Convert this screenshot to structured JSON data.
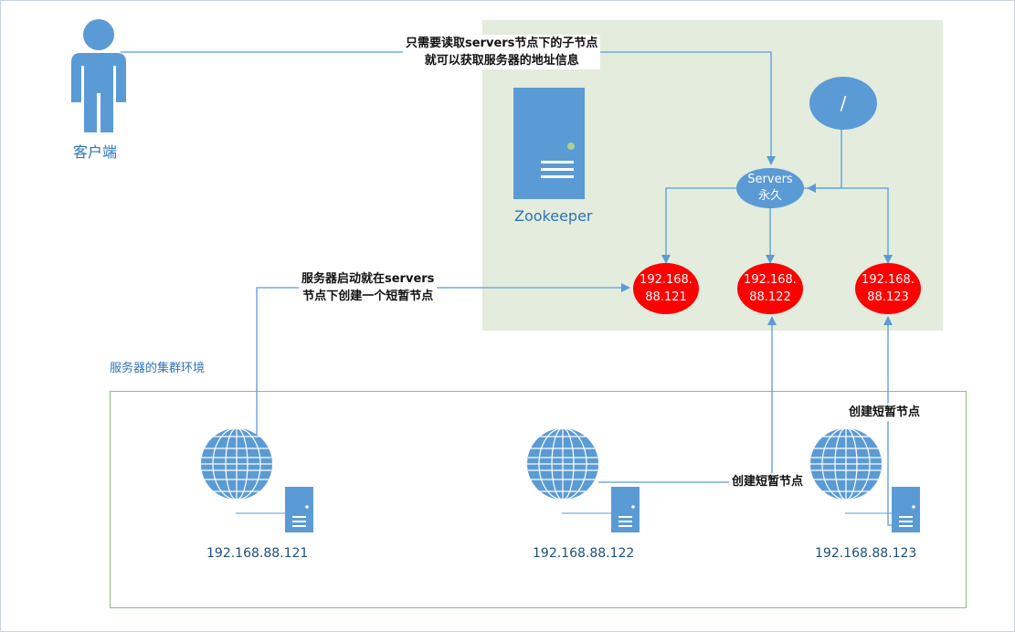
{
  "client": {
    "label": "客户端"
  },
  "zookeeper": {
    "label": "Zookeeper"
  },
  "root_node": {
    "label": "/"
  },
  "servers_node": {
    "line1": "Servers",
    "line2": "永久"
  },
  "ephemeral_nodes": [
    {
      "line1": "192.168.",
      "line2": "88.121"
    },
    {
      "line1": "192.168.",
      "line2": "88.122"
    },
    {
      "line1": "192.168.",
      "line2": "88.123"
    }
  ],
  "annotations": {
    "client_read_line1": "只需要读取servers节点下的子节点",
    "client_read_line2": "就可以获取服务器的地址信息",
    "server_start_line1": "服务器启动就在servers",
    "server_start_line2": "节点下创建一个短暂节点",
    "create_ephemeral_a": "创建短暂节点",
    "create_ephemeral_b": "创建短暂节点"
  },
  "cluster": {
    "title": "服务器的集群环境"
  },
  "servers": [
    {
      "ip": "192.168.88.121"
    },
    {
      "ip": "192.168.88.122"
    },
    {
      "ip": "192.168.88.123"
    }
  ],
  "colors": {
    "blue": "#5b9bd5",
    "red": "#ff0000",
    "panel_green": "#e3ecdd",
    "cluster_border": "#8fbf7a"
  }
}
